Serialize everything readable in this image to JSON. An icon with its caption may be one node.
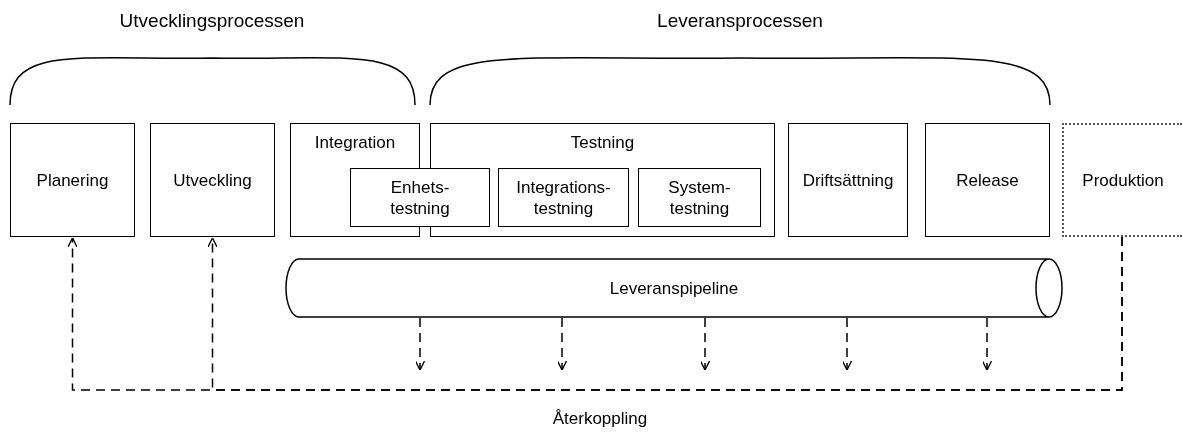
{
  "diagram": {
    "nodes": [
      {
        "text": [
          "Planering"
        ]
      },
      {
        "text": [
          "Utveckling"
        ]
      },
      {
        "text": [
          "Integration"
        ]
      },
      {
        "text": [
          "Testning"
        ]
      },
      {
        "text": [
          "Enhets-testning"
        ]
      },
      {
        "text": [
          "Integrations-testning"
        ],
        "in": 3
      },
      {
        "text": [
          "System-testning"
        ],
        "in": 3
      },
      {
        "text": [
          "Driftsättning"
        ]
      },
      {
        "text": [
          "Release"
        ]
      },
      {
        "text": [
          "Produktion"
        ]
      },
      {
        "text": [
          "Leveranspipeline"
        ]
      }
    ],
    "edges": [
      {
        "from": 9,
        "to": 0,
        "arrow": "to",
        "style": "dashed"
      },
      {
        "from": 9,
        "to": 1,
        "arrow": "to",
        "style": "dashed"
      },
      {
        "from": 10,
        "to": null,
        "arrow": "to",
        "style": "dashed"
      },
      {
        "from": 10,
        "to": null,
        "arrow": "to",
        "style": "dashed"
      },
      {
        "from": 10,
        "to": null,
        "arrow": "to",
        "style": "dashed"
      },
      {
        "from": 10,
        "to": null,
        "arrow": "to",
        "style": "dashed"
      },
      {
        "from": 10,
        "to": null,
        "arrow": "to",
        "style": "dashed"
      }
    ],
    "labels": [
      "Utvecklingsprocessen",
      "Leveransprocessen",
      "Återkoppling"
    ]
  }
}
